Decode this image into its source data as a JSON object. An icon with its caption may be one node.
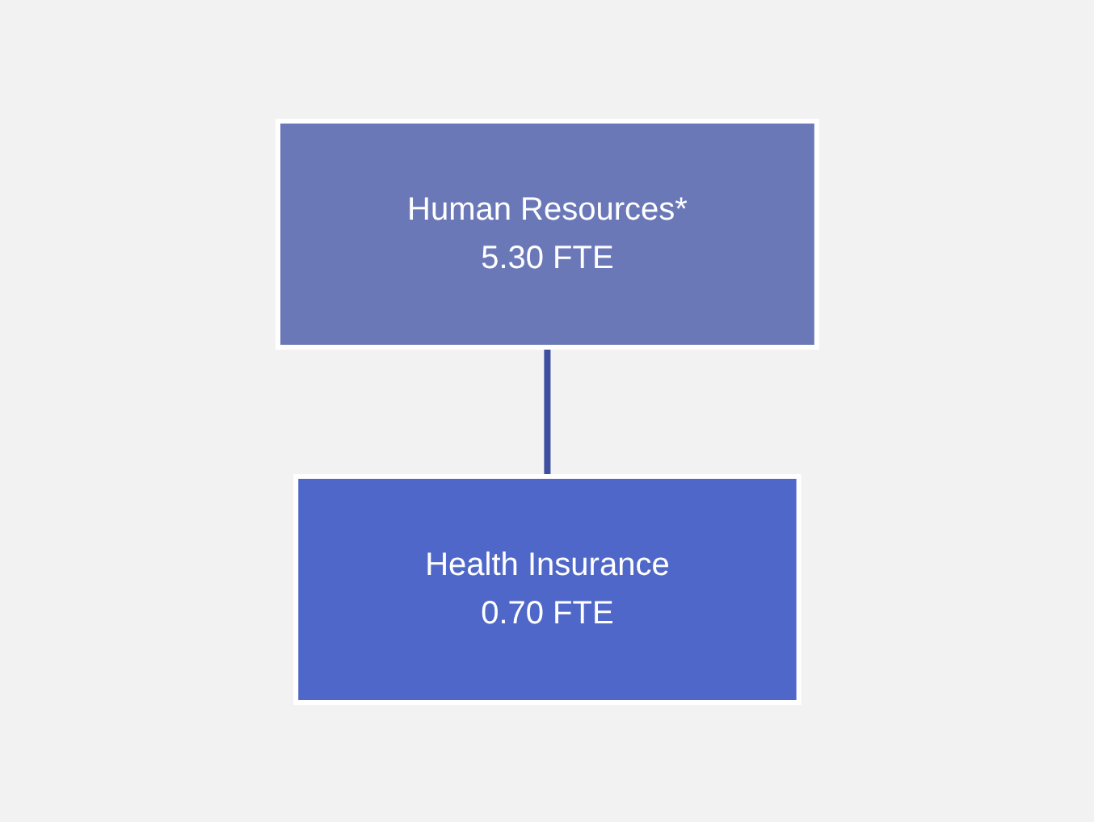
{
  "diagram": {
    "nodes": [
      {
        "text": [
          "Human Resources*",
          "5.30 FTE"
        ]
      },
      {
        "text": [
          "Health Insurance",
          "0.70 FTE"
        ]
      }
    ],
    "edges": [
      {
        "from": 0,
        "to": 1,
        "arrow": "none"
      }
    ]
  }
}
